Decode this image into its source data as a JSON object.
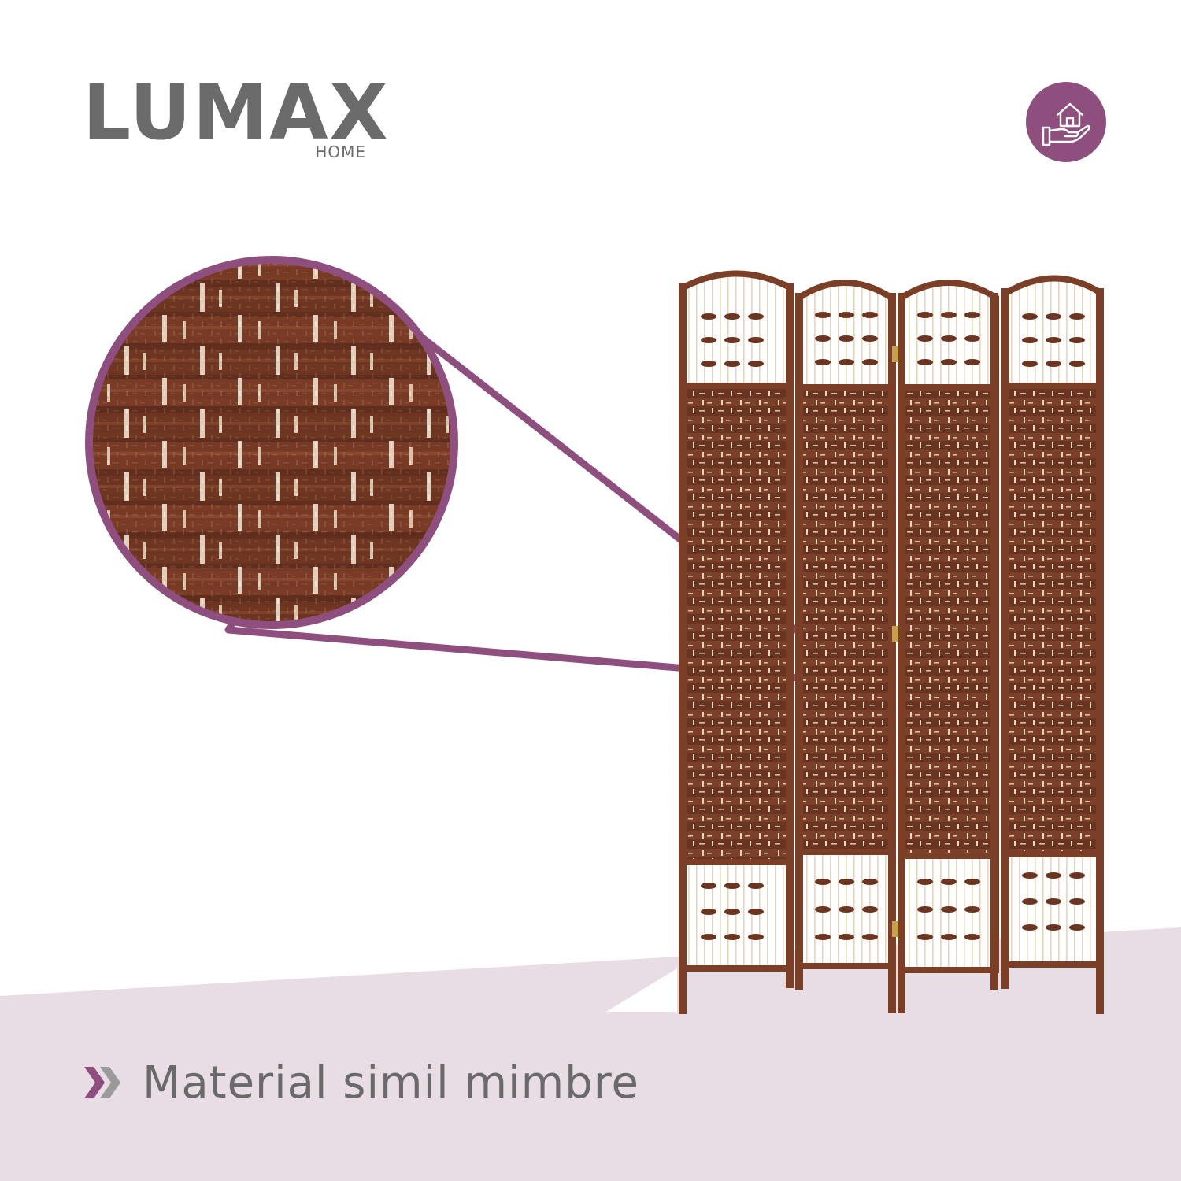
{
  "brand": {
    "name": "LUMAX",
    "sub": "HOME"
  },
  "badge": {
    "icon": "hand-house-icon"
  },
  "caption": {
    "icon": "double-chevron-right-icon",
    "text": "Material simil mimbre"
  },
  "colors": {
    "accent": "#8e4f7f",
    "band": "#e8dce5",
    "text": "#6a6a6a",
    "wicker": "#6a3422",
    "frame": "#7a3f26"
  }
}
